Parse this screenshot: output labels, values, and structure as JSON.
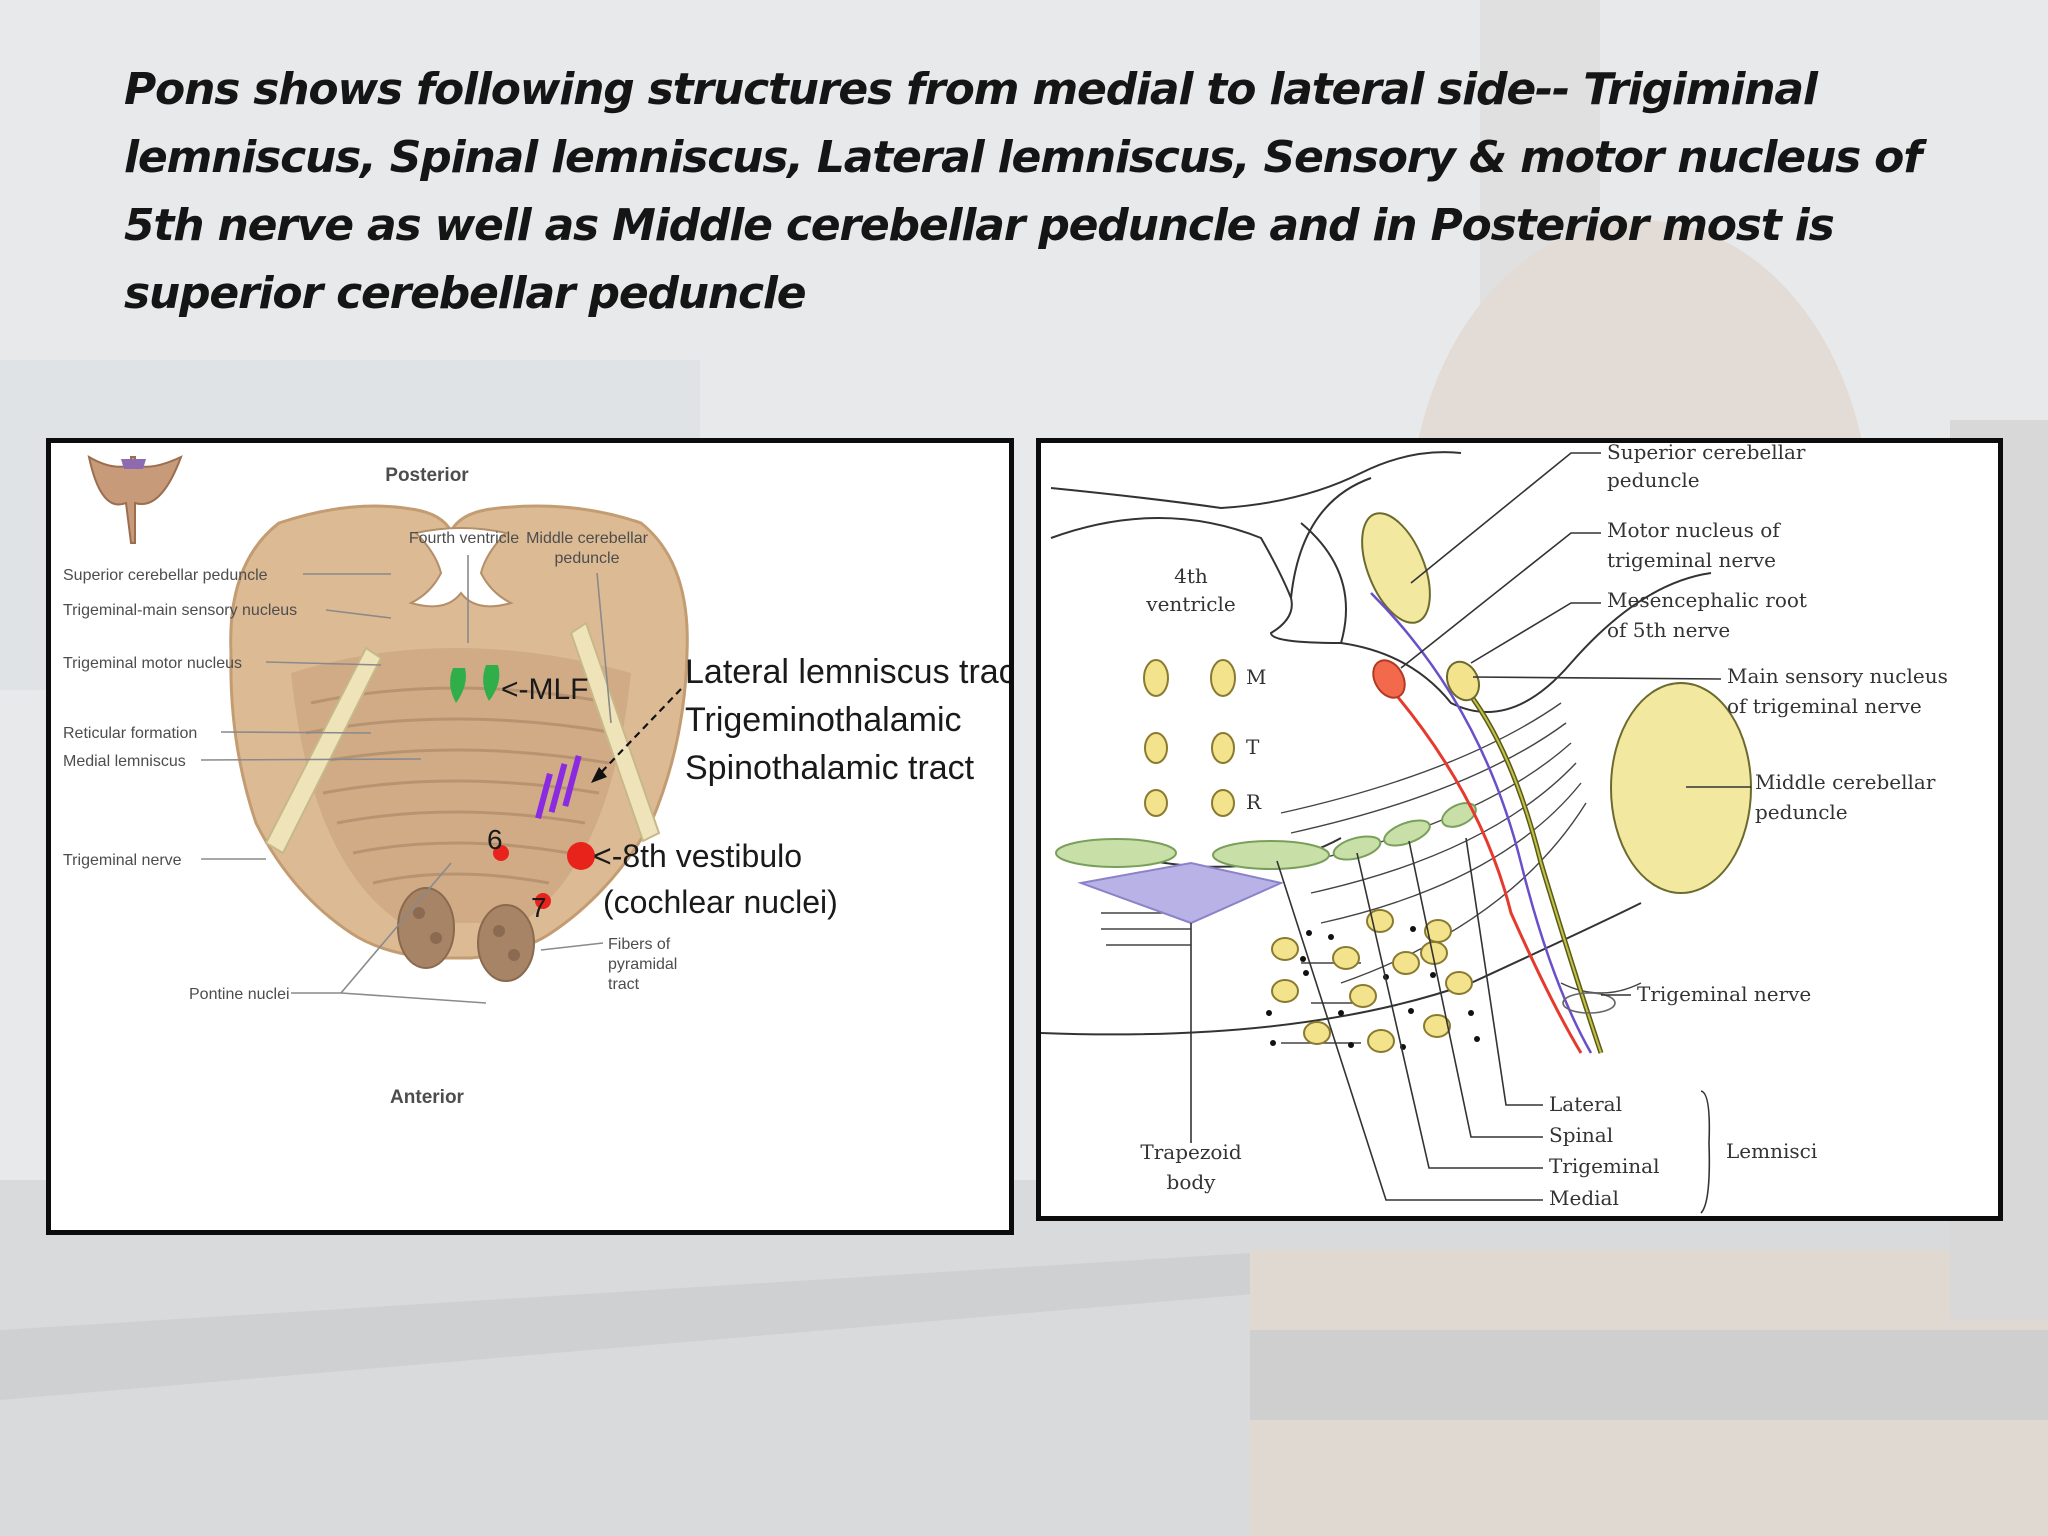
{
  "slide": {
    "title": "Pons shows following structures from medial to lateral side-- Trigiminal lemniscus, Spinal lemniscus, Lateral lemniscus, Sensory & motor nucleus of 5th nerve as well as Middle cerebellar peduncle and in Posterior most is superior cerebellar peduncle"
  },
  "left_figure": {
    "posterior": "Posterior",
    "anterior": "Anterior",
    "fourth_ventricle": "Fourth ventricle",
    "middle_cerebellar_peduncle_1": "Middle cerebellar",
    "middle_cerebellar_peduncle_2": "peduncle",
    "superior_cerebellar_peduncle": "Superior cerebellar peduncle",
    "trigeminal_main_sensory": "Trigeminal-main sensory nucleus",
    "trigeminal_motor": "Trigeminal motor nucleus",
    "reticular_formation": "Reticular formation",
    "medial_lemniscus": "Medial lemniscus",
    "trigeminal_nerve": "Trigeminal nerve",
    "pontine_nuclei": "Pontine nuclei",
    "fibers_1": "Fibers of",
    "fibers_2": "pyramidal",
    "fibers_3": "tract",
    "mlf": "<-MLF",
    "lateral_lemniscus_tract": "Lateral lemniscus tract",
    "trigeminothalamic": "Trigeminothalamic",
    "spinothalamic_tract": "Spinothalamic tract",
    "vestibulo": "<-8th vestibulo",
    "cochlear": "(cochlear nuclei)",
    "six": "6",
    "seven": "7"
  },
  "right_figure": {
    "fourth_ventricle_1": "4th",
    "fourth_ventricle_2": "ventricle",
    "m": "M",
    "t": "T",
    "r": "R",
    "superior_cerebellar_1": "Superior cerebellar",
    "superior_cerebellar_2": "peduncle",
    "motor_nucleus_1": "Motor nucleus of",
    "motor_nucleus_2": "trigeminal nerve",
    "mesencephalic_1": "Mesencephalic root",
    "mesencephalic_2": "of 5th nerve",
    "main_sensory_1": "Main sensory nucleus",
    "main_sensory_2": "of trigeminal nerve",
    "middle_cerebellar_1": "Middle cerebellar",
    "middle_cerebellar_2": "peduncle",
    "trigeminal_nerve": "Trigeminal nerve",
    "lateral": "Lateral",
    "spinal": "Spinal",
    "trigeminal": "Trigeminal",
    "medial": "Medial",
    "lemnisci": "Lemnisci",
    "trapezoid_1": "Trapezoid",
    "trapezoid_2": "body"
  },
  "colors": {
    "pons_tan": "#d9b892",
    "nucleus_green": "#2fae4a",
    "marker_red": "#e8231c",
    "tract_purple": "#8a2be2",
    "lemniscus_green": "#c8e0a8",
    "nucleus_yellow": "#f2e38c",
    "trapezoid_violet": "#b9b2e6"
  }
}
